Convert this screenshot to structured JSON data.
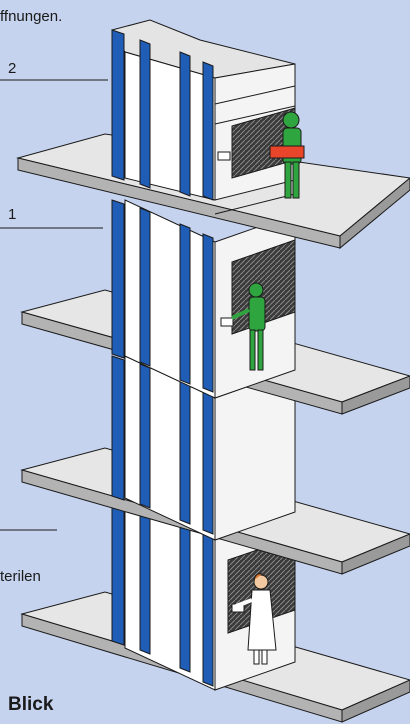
{
  "texts": {
    "top_fragment": "ffnungen.",
    "floor_label_2": "2",
    "floor_label_1": "1",
    "bottom_fragment": "terilen",
    "corner_word": "Blick"
  },
  "colors": {
    "background": "#c6d3ee",
    "tower_blue": "#1f5db6",
    "tower_white": "#ffffff",
    "floor_top": "#e6e6e6",
    "floor_side": "#b3b3b3",
    "outline": "#1a1a1a",
    "scrub_green": "#2fa53f",
    "coat_white": "#ffffff",
    "tray_red": "#e8452b",
    "opening_dark": "#333333"
  },
  "icons": [
    "person-in-scrubs-icon",
    "person-in-lab-coat-icon",
    "hatch-opening-icon",
    "control-panel-icon"
  ]
}
